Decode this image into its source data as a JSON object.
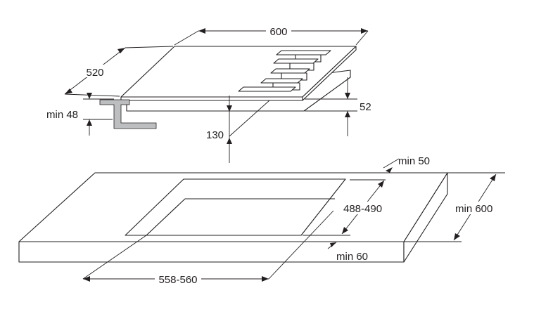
{
  "hob": {
    "width_label": "600",
    "depth_label": "520",
    "height_label": "52",
    "clearance_label": "130",
    "bracket_label": "min 48"
  },
  "worktop": {
    "back_gap_label": "min 50",
    "cutout_depth_label": "488-490",
    "worktop_depth_label": "min 600",
    "front_gap_label": "min 60",
    "cutout_width_label": "558-560"
  },
  "colors": {
    "line": "#231f20",
    "bracket": "#bcbec0",
    "background": "#ffffff"
  }
}
